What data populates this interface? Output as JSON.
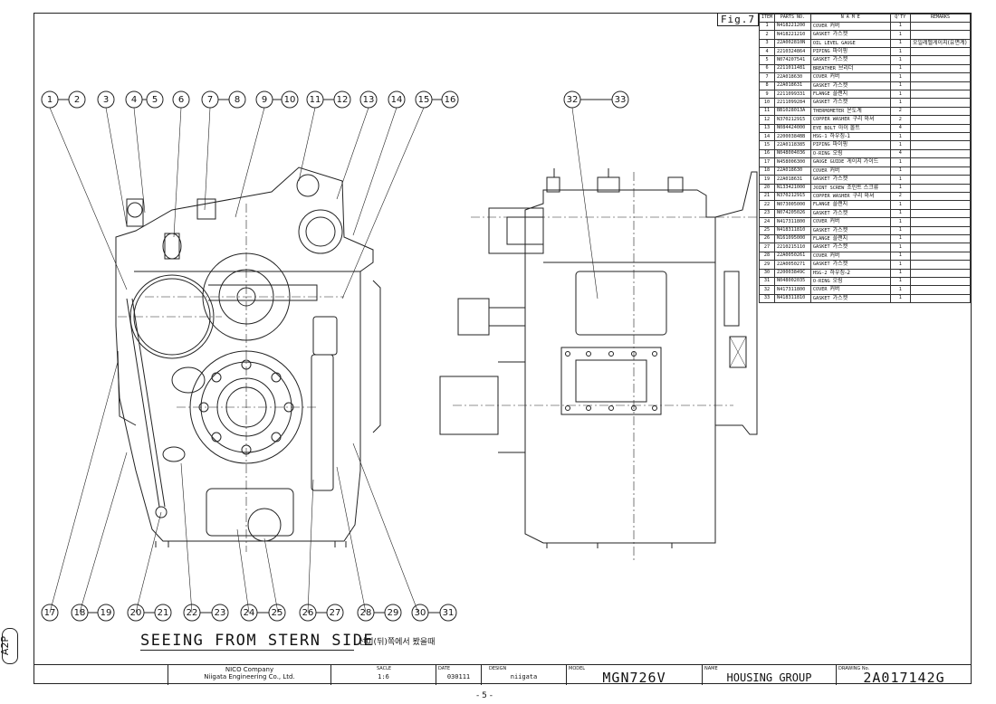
{
  "figure": {
    "label": "Fig.7"
  },
  "parts_table": {
    "headers": [
      "ITEM",
      "PARTS NO.",
      "N A M E",
      "Q'TY",
      "REMARKS"
    ],
    "rows": [
      {
        "item": "1",
        "part_no": "N418221200",
        "name": "COVER",
        "name_ko": "커버",
        "qty": "1",
        "remarks": ""
      },
      {
        "item": "2",
        "part_no": "N418221210",
        "name": "GASKET",
        "name_ko": "가스켓",
        "qty": "1",
        "remarks": ""
      },
      {
        "item": "3",
        "part_no": "22A002810N",
        "name": "OIL LEVEL GAUGE",
        "name_ko": "",
        "qty": "1",
        "remarks": "오일레벨게이지(유면계)"
      },
      {
        "item": "4",
        "part_no": "2210324864",
        "name": "PIPING",
        "name_ko": "파이핑",
        "qty": "1",
        "remarks": ""
      },
      {
        "item": "5",
        "part_no": "N074207541",
        "name": "GASKET",
        "name_ko": "가스켓",
        "qty": "1",
        "remarks": ""
      },
      {
        "item": "6",
        "part_no": "2211011481",
        "name": "BREATHER",
        "name_ko": "브리더",
        "qty": "1",
        "remarks": ""
      },
      {
        "item": "7",
        "part_no": "22A018630",
        "name": "COVER",
        "name_ko": "커버",
        "qty": "1",
        "remarks": ""
      },
      {
        "item": "8",
        "part_no": "22A018631",
        "name": "GASKET",
        "name_ko": "가스켓",
        "qty": "1",
        "remarks": ""
      },
      {
        "item": "9",
        "part_no": "2211099331",
        "name": "FLANGE",
        "name_ko": "플랜지",
        "qty": "1",
        "remarks": ""
      },
      {
        "item": "10",
        "part_no": "2211099284",
        "name": "GASKET",
        "name_ko": "가스켓",
        "qty": "1",
        "remarks": ""
      },
      {
        "item": "11",
        "part_no": "BB1028013A",
        "name": "THERMOMETER",
        "name_ko": "온도계",
        "qty": "2",
        "remarks": ""
      },
      {
        "item": "12",
        "part_no": "N370212915",
        "name": "COPPER WASHER",
        "name_ko": "구리 와셔",
        "qty": "2",
        "remarks": ""
      },
      {
        "item": "13",
        "part_no": "N084424000",
        "name": "EYE BOLT",
        "name_ko": "아이 볼트",
        "qty": "4",
        "remarks": ""
      },
      {
        "item": "14",
        "part_no": "22000384BB",
        "name": "HSG-1",
        "name_ko": "하우징-1",
        "qty": "1",
        "remarks": ""
      },
      {
        "item": "15",
        "part_no": "22A0118385",
        "name": "PIPING",
        "name_ko": "파이핑",
        "qty": "1",
        "remarks": ""
      },
      {
        "item": "16",
        "part_no": "N048004036",
        "name": "O-RING",
        "name_ko": "오링",
        "qty": "4",
        "remarks": ""
      },
      {
        "item": "17",
        "part_no": "N458006300",
        "name": "GAUGE GUIDE",
        "name_ko": "게이지 가이드",
        "qty": "1",
        "remarks": ""
      },
      {
        "item": "18",
        "part_no": "22A018630",
        "name": "COVER",
        "name_ko": "커버",
        "qty": "1",
        "remarks": ""
      },
      {
        "item": "19",
        "part_no": "22A018631",
        "name": "GASKET",
        "name_ko": "가스켓",
        "qty": "1",
        "remarks": ""
      },
      {
        "item": "20",
        "part_no": "N133421000",
        "name": "JOINT SCREW",
        "name_ko": "조인트 스크류",
        "qty": "1",
        "remarks": ""
      },
      {
        "item": "21",
        "part_no": "N370212915",
        "name": "COPPER WASHER",
        "name_ko": "구리 와셔",
        "qty": "2",
        "remarks": ""
      },
      {
        "item": "22",
        "part_no": "N073005000",
        "name": "FLANGE",
        "name_ko": "플랜지",
        "qty": "1",
        "remarks": ""
      },
      {
        "item": "23",
        "part_no": "N074205026",
        "name": "GASKET",
        "name_ko": "가스켓",
        "qty": "1",
        "remarks": ""
      },
      {
        "item": "24",
        "part_no": "N417311800",
        "name": "COVER",
        "name_ko": "커버",
        "qty": "1",
        "remarks": ""
      },
      {
        "item": "25",
        "part_no": "N418311810",
        "name": "GASKET",
        "name_ko": "가스켓",
        "qty": "1",
        "remarks": ""
      },
      {
        "item": "26",
        "part_no": "N161095000",
        "name": "FLANGE",
        "name_ko": "플랜지",
        "qty": "1",
        "remarks": ""
      },
      {
        "item": "27",
        "part_no": "2210215110",
        "name": "GASKET",
        "name_ko": "가스켓",
        "qty": "1",
        "remarks": ""
      },
      {
        "item": "28",
        "part_no": "22A0050261",
        "name": "COVER",
        "name_ko": "커버",
        "qty": "1",
        "remarks": ""
      },
      {
        "item": "29",
        "part_no": "22A0050271",
        "name": "GASKET",
        "name_ko": "가스켓",
        "qty": "1",
        "remarks": ""
      },
      {
        "item": "30",
        "part_no": "220003849C",
        "name": "HSG-2",
        "name_ko": "하우징-2",
        "qty": "1",
        "remarks": ""
      },
      {
        "item": "31",
        "part_no": "N048002035",
        "name": "O-RING",
        "name_ko": "오링",
        "qty": "1",
        "remarks": ""
      },
      {
        "item": "32",
        "part_no": "N417311800",
        "name": "COVER",
        "name_ko": "커버",
        "qty": "1",
        "remarks": ""
      },
      {
        "item": "33",
        "part_no": "N418311810",
        "name": "GASKET",
        "name_ko": "가스켓",
        "qty": "1",
        "remarks": ""
      }
    ]
  },
  "balloons": {
    "top": [
      "1",
      "2",
      "3",
      "4",
      "5",
      "6",
      "7",
      "8",
      "9",
      "10",
      "11",
      "12",
      "13",
      "14",
      "15",
      "16"
    ],
    "right_view": [
      "32",
      "33"
    ],
    "bottom": [
      "17",
      "18",
      "19",
      "20",
      "21",
      "22",
      "23",
      "24",
      "25",
      "26",
      "27",
      "28",
      "29",
      "30",
      "31"
    ]
  },
  "view": {
    "title": "SEEING FROM STERN SIDE",
    "subtitle": "선미(뒤)쪽에서 봤을때"
  },
  "title_block": {
    "company_line1": "NICO Company",
    "company_line2": "Niigata Engineering Co., Ltd.",
    "scale_label": "SACLE",
    "scale_value": "1:6",
    "date_label": "DATE",
    "date_value": "030111",
    "design_label": "DESIGN",
    "design_value": "niigata",
    "model_label": "MODEL",
    "model_value": "MGN726V",
    "name_label": "NAME",
    "name_value": "HOUSING GROUP",
    "drawing_label": "DRAWING No.",
    "drawing_value": "2A017142G"
  },
  "sheet_size": "A2P",
  "page_number": "- 5 -"
}
